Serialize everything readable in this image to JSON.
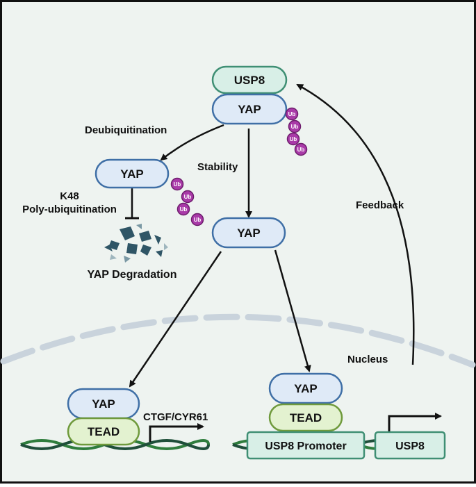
{
  "colors": {
    "background": "#eef3f0",
    "frame": "#111111",
    "yap_fill": "#dfeaf7",
    "yap_stroke": "#3f6fa6",
    "usp8_fill": "#d8efe7",
    "usp8_stroke": "#3f8f74",
    "tead_fill": "#e3f2d0",
    "tead_stroke": "#6f9a3c",
    "ub_fill": "#a93aa8",
    "ub_stroke": "#6d1d6c",
    "nucleus_line": "#c9d3dc",
    "dna_green": "#2f7d3d",
    "dna_dark": "#1f4f3a",
    "fragment": "#2f5566",
    "arrow": "#111111"
  },
  "diagram": {
    "usp8_top": "USP8",
    "yap_top": "YAP",
    "ub_label": "Ub",
    "deubiquitination": "Deubiquitination",
    "stability": "Stability",
    "yap_left": "YAP",
    "k48": "K48",
    "polyubiquitination": "Poly-ubiquitination",
    "yap_degradation": "YAP Degradation",
    "yap_center": "YAP",
    "feedback": "Feedback",
    "nucleus": "Nucleus",
    "yap_bottom_left": "YAP",
    "tead_left": "TEAD",
    "ctgf": "CTGF/CYR61",
    "yap_bottom_right": "YAP",
    "tead_right": "TEAD",
    "usp8_promoter": "USP8 Promoter",
    "usp8_gene": "USP8"
  }
}
